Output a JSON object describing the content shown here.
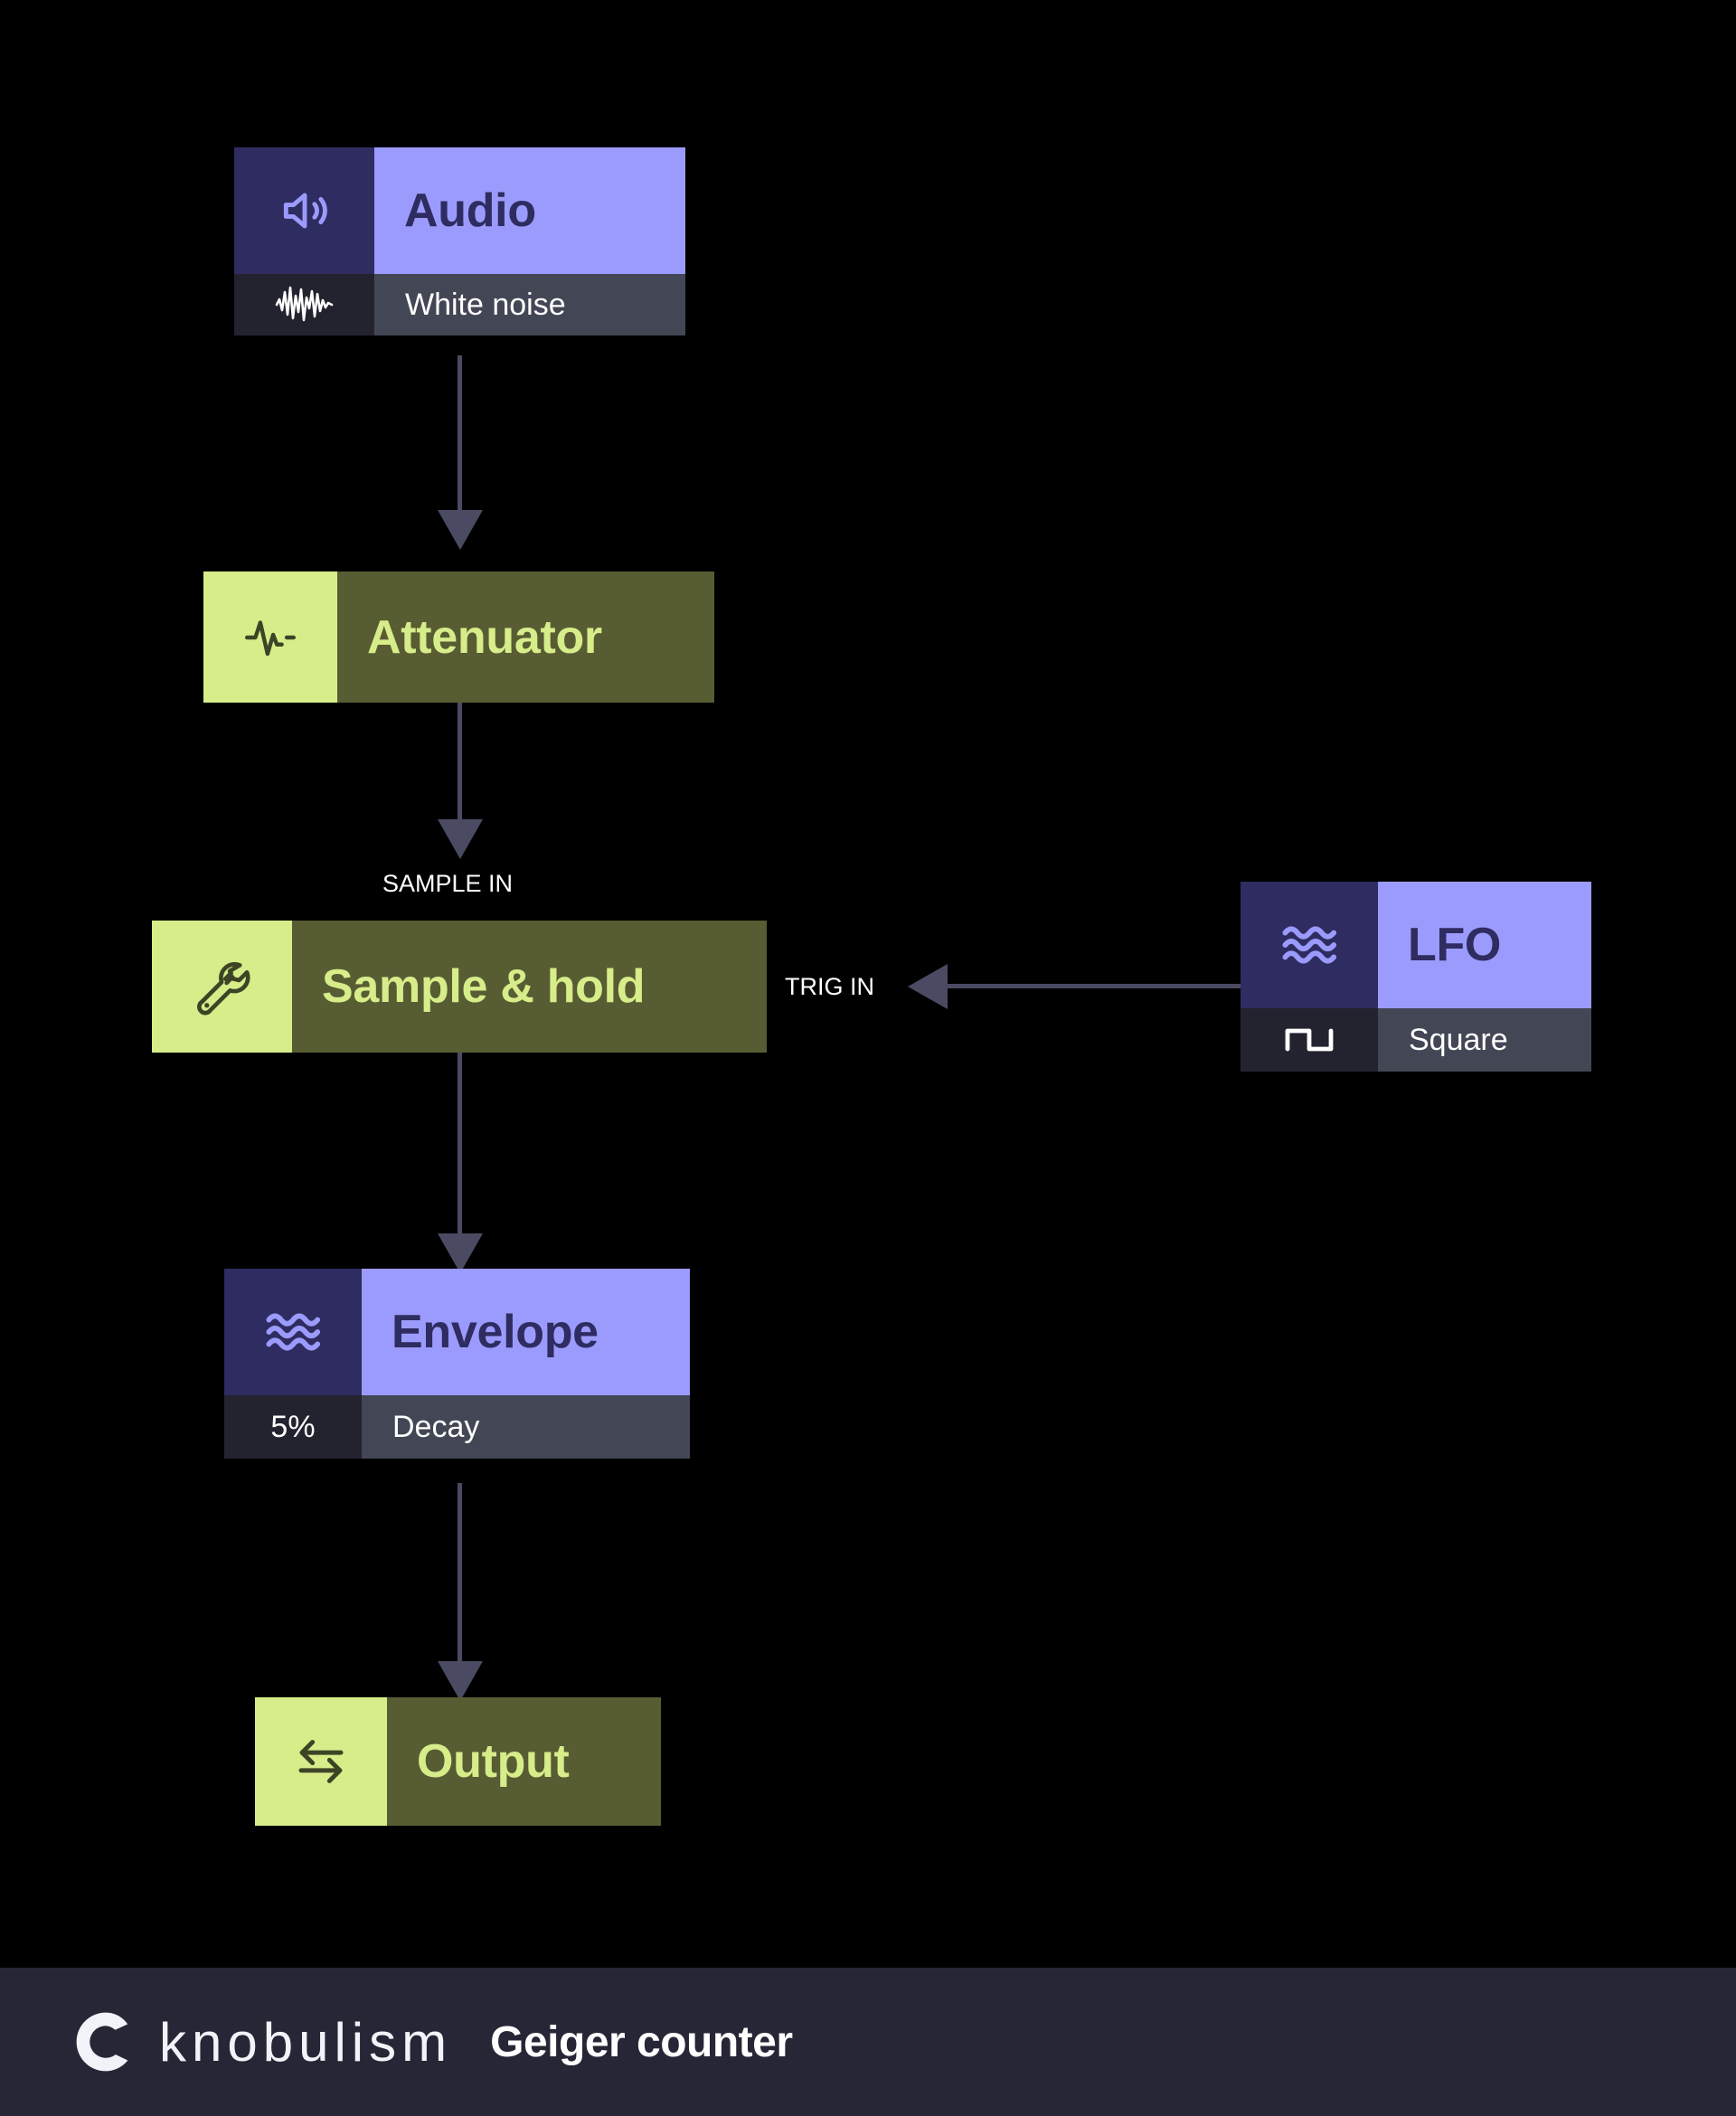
{
  "canvas": {
    "background": "#000000",
    "connector_color": "#4a4a63"
  },
  "theme": {
    "purple_icon_bg": "#2e2c60",
    "purple_title_bg": "#9b9bfd",
    "purple_title_fg": "#2e2c60",
    "green_icon_bg": "#d6ed8a",
    "green_title_bg": "#585c33",
    "green_title_fg": "#d6ed8a",
    "sub_icon_bg": "#23232f",
    "sub_label_bg": "#434654",
    "sub_label_fg": "#ffffff",
    "footer_bg": "#262636"
  },
  "nodes": [
    {
      "id": "audio",
      "title": "Audio",
      "icon": "speaker-icon",
      "style": "purple",
      "sub": {
        "icon": "noise-waveform-icon",
        "label": "White noise",
        "value": ""
      }
    },
    {
      "id": "attenuator",
      "title": "Attenuator",
      "icon": "pulse-activity-icon",
      "style": "green",
      "sub": null
    },
    {
      "id": "sample-and-hold",
      "title": "Sample & hold",
      "icon": "wrench-icon",
      "style": "green",
      "sub": null
    },
    {
      "id": "lfo",
      "title": "LFO",
      "icon": "waves-icon",
      "style": "purple",
      "sub": {
        "icon": "square-wave-icon",
        "label": "Square",
        "value": ""
      }
    },
    {
      "id": "envelope",
      "title": "Envelope",
      "icon": "waves-icon",
      "style": "purple",
      "sub": {
        "icon": "",
        "label": "Decay",
        "value": "5%"
      }
    },
    {
      "id": "output",
      "title": "Output",
      "icon": "transfer-arrows-icon",
      "style": "green",
      "sub": null
    }
  ],
  "port_labels": {
    "sample_in": "SAMPLE IN",
    "trig_in": "TRIG IN"
  },
  "footer": {
    "logo_word": "knobulism",
    "patch_title": "Geiger counter"
  }
}
